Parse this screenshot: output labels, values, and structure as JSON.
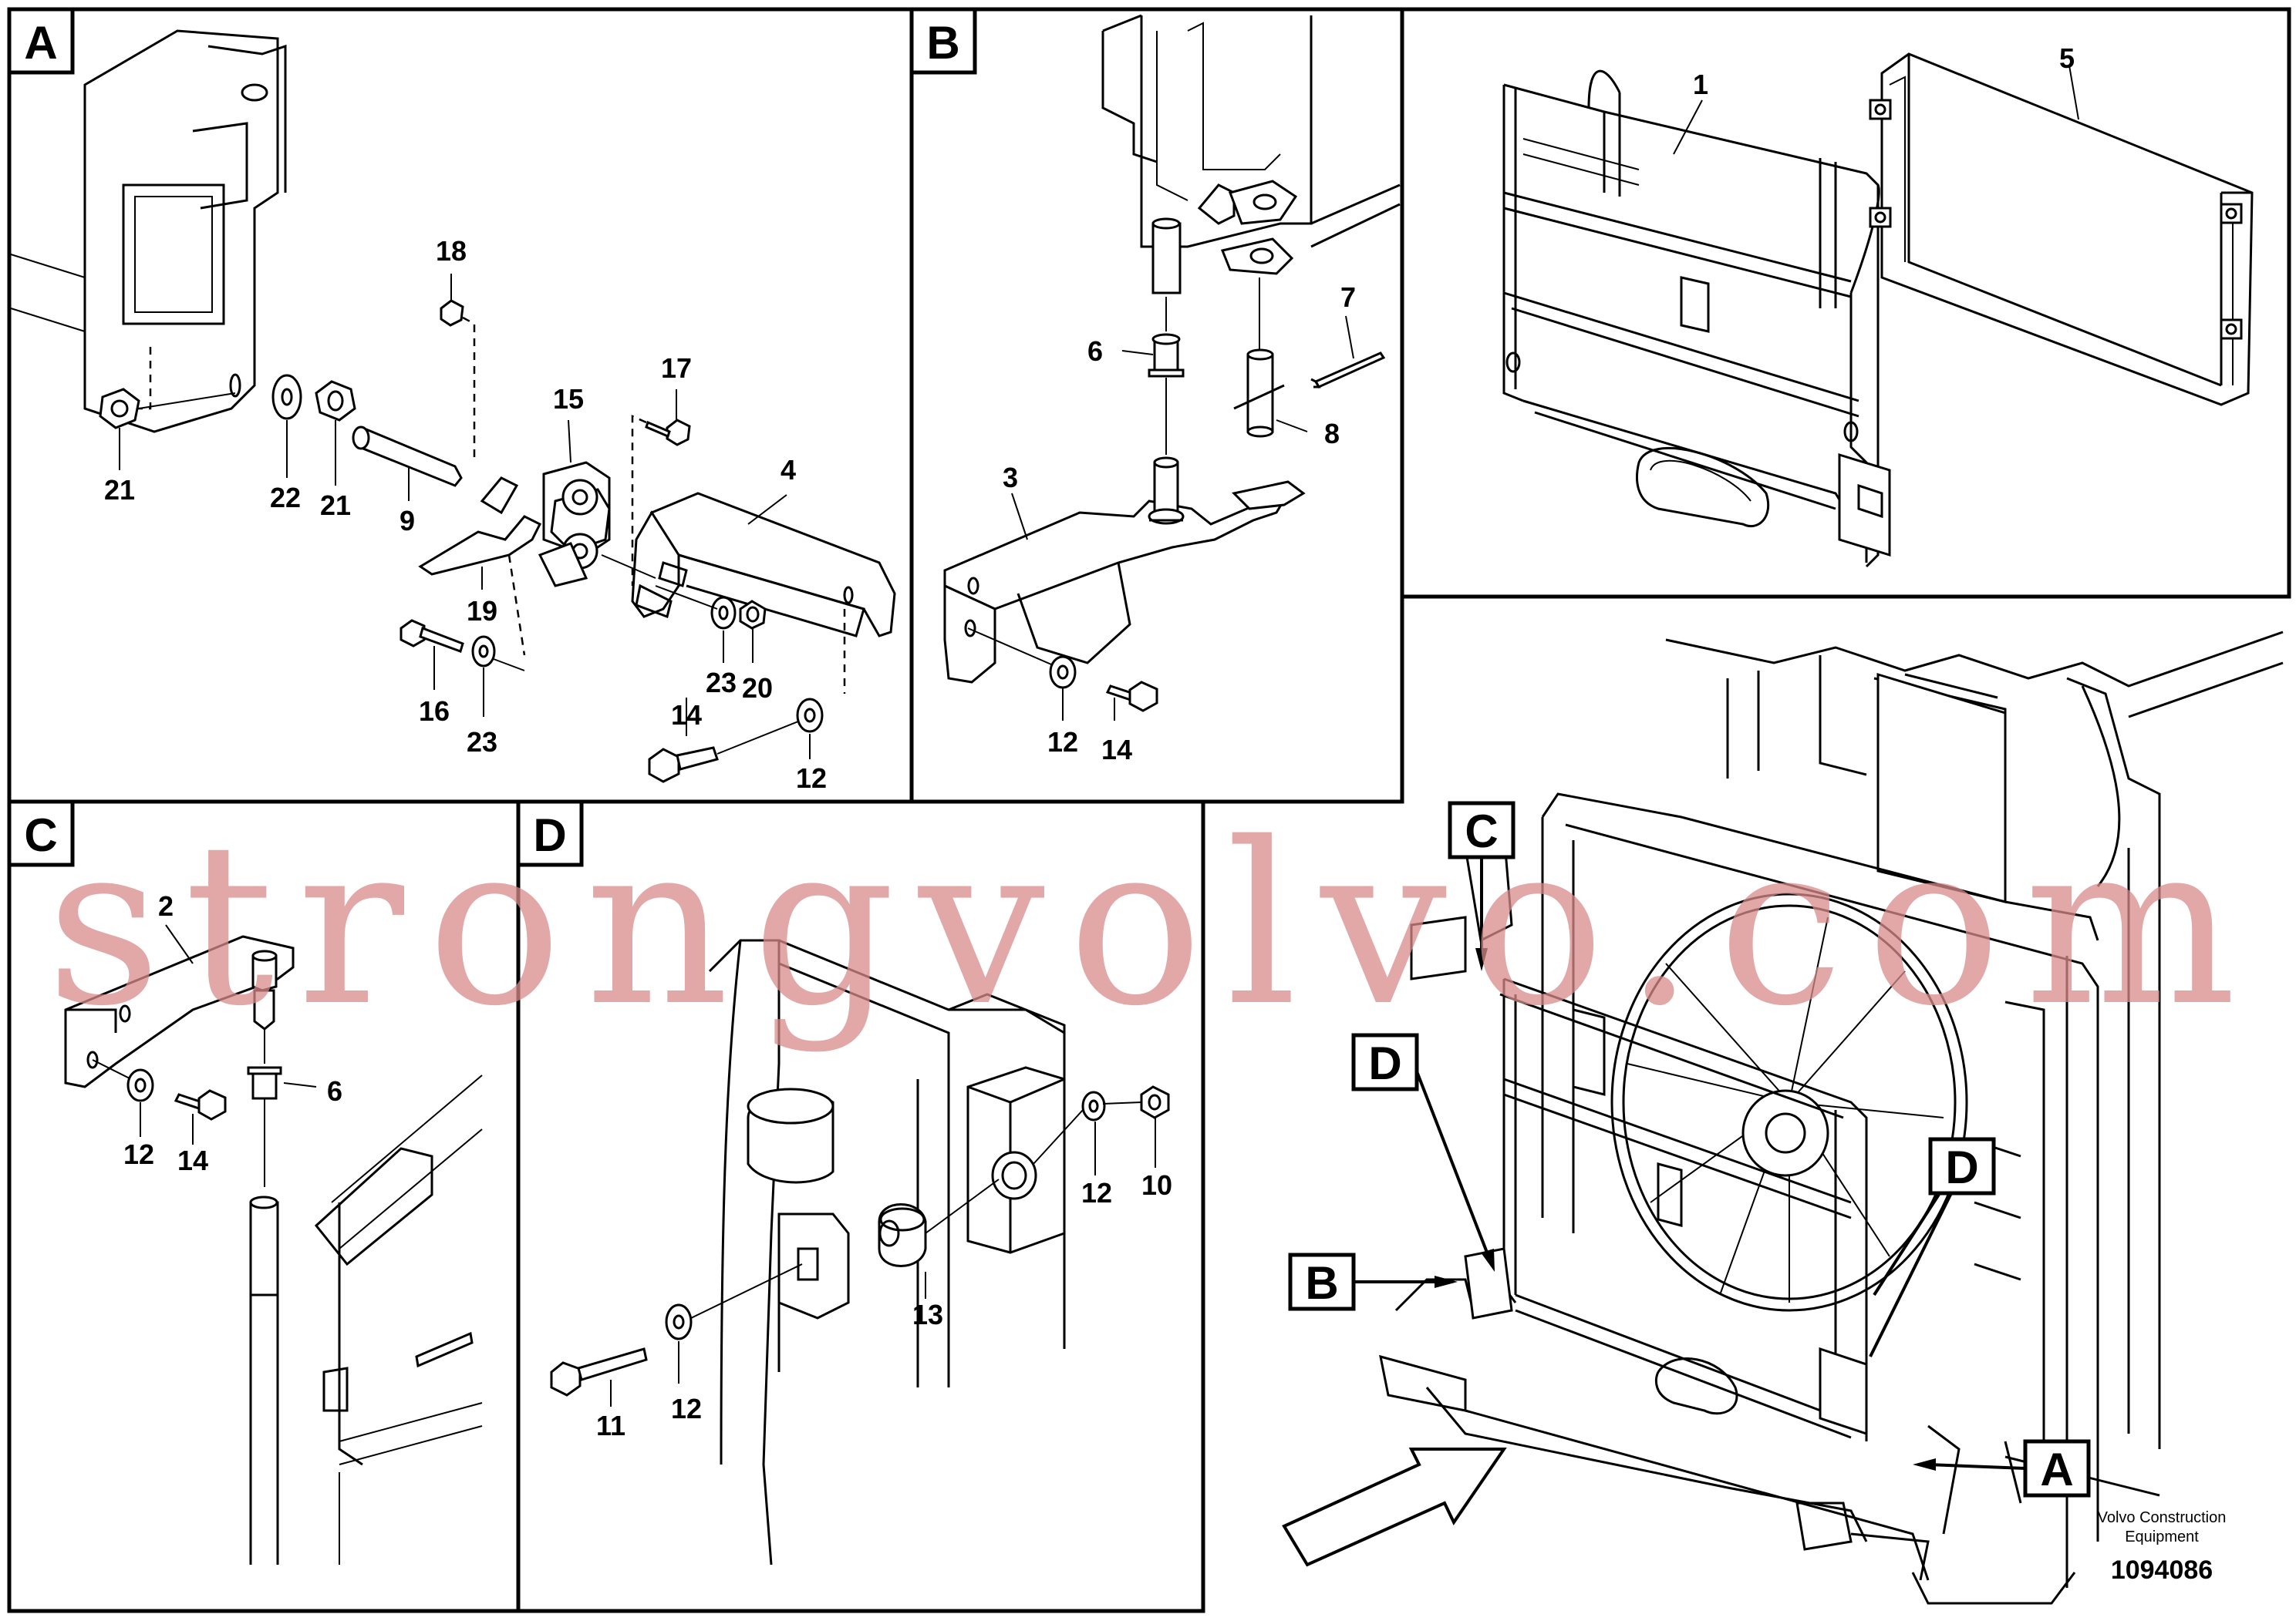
{
  "panels": [
    {
      "letter": "A"
    },
    {
      "letter": "B"
    },
    {
      "letter": "C"
    },
    {
      "letter": "D"
    }
  ],
  "callouts": {
    "panel_a": [
      "18",
      "17",
      "15",
      "4",
      "21",
      "22",
      "21",
      "9",
      "19",
      "16",
      "23",
      "23",
      "20",
      "14",
      "12"
    ],
    "panel_b": [
      "7",
      "6",
      "8",
      "3",
      "12",
      "14"
    ],
    "panel_overview": [
      "1",
      "5"
    ],
    "panel_c": [
      "2",
      "6",
      "12",
      "14"
    ],
    "panel_d": [
      "12",
      "10",
      "13",
      "11",
      "12"
    ]
  },
  "markers": [
    "C",
    "D",
    "D",
    "B",
    "A"
  ],
  "watermark": "strongvolvo.com",
  "brand": {
    "line1": "Volvo Construction",
    "line2": "Equipment",
    "part_number": "1094086"
  }
}
